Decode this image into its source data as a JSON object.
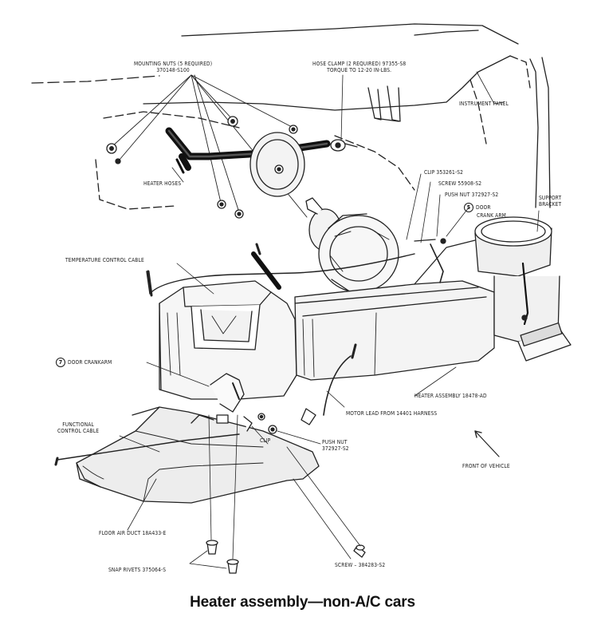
{
  "caption": "Heater assembly—non-A/C cars",
  "labels": {
    "mounting_nuts_line1": "MOUNTING NUTS (5 REQUIRED)",
    "mounting_nuts_line2": "370148-S100",
    "hose_clamp_line1": "HOSE CLAMP (2 REQUIRED) 97355-S8",
    "hose_clamp_line2": "TORQUE TO 12-20 IN-LBS.",
    "instrument_panel": "INSTRUMENT PANEL",
    "heater_hoses": "HEATER HOSES",
    "clip_upper": "CLIP 353261-S2",
    "screw_upper": "SCREW 55908-S2",
    "push_nut_upper": "PUSH NUT 372927-S2",
    "door_crank_arm_badge": "5",
    "door_crank_arm_line1": "DOOR",
    "door_crank_arm_line2": "CRANK ARM",
    "support_bracket_line1": "SUPPORT",
    "support_bracket_line2": "BRACKET",
    "temperature_control_cable": "TEMPERATURE CONTROL CABLE",
    "door_crankarm_badge": "7",
    "door_crankarm": "DOOR CRANKARM",
    "heater_assembly": "HEATER ASSEMBLY 18478-AD",
    "functional_control_cable_line1": "FUNCTIONAL",
    "functional_control_cable_line2": "CONTROL CABLE",
    "motor_lead": "MOTOR LEAD FROM 14401 HARNESS",
    "clip_lower": "CLIP",
    "push_nut_lower_line1": "PUSH NUT",
    "push_nut_lower_line2": "372927-S2",
    "front_of_vehicle": "FRONT OF VEHICLE",
    "floor_air_duct": "FLOOR AIR DUCT 18A433-E",
    "snap_rivets": "SNAP RIVETS 375064-S",
    "screw_lower": "SCREW – 384283-S2"
  }
}
